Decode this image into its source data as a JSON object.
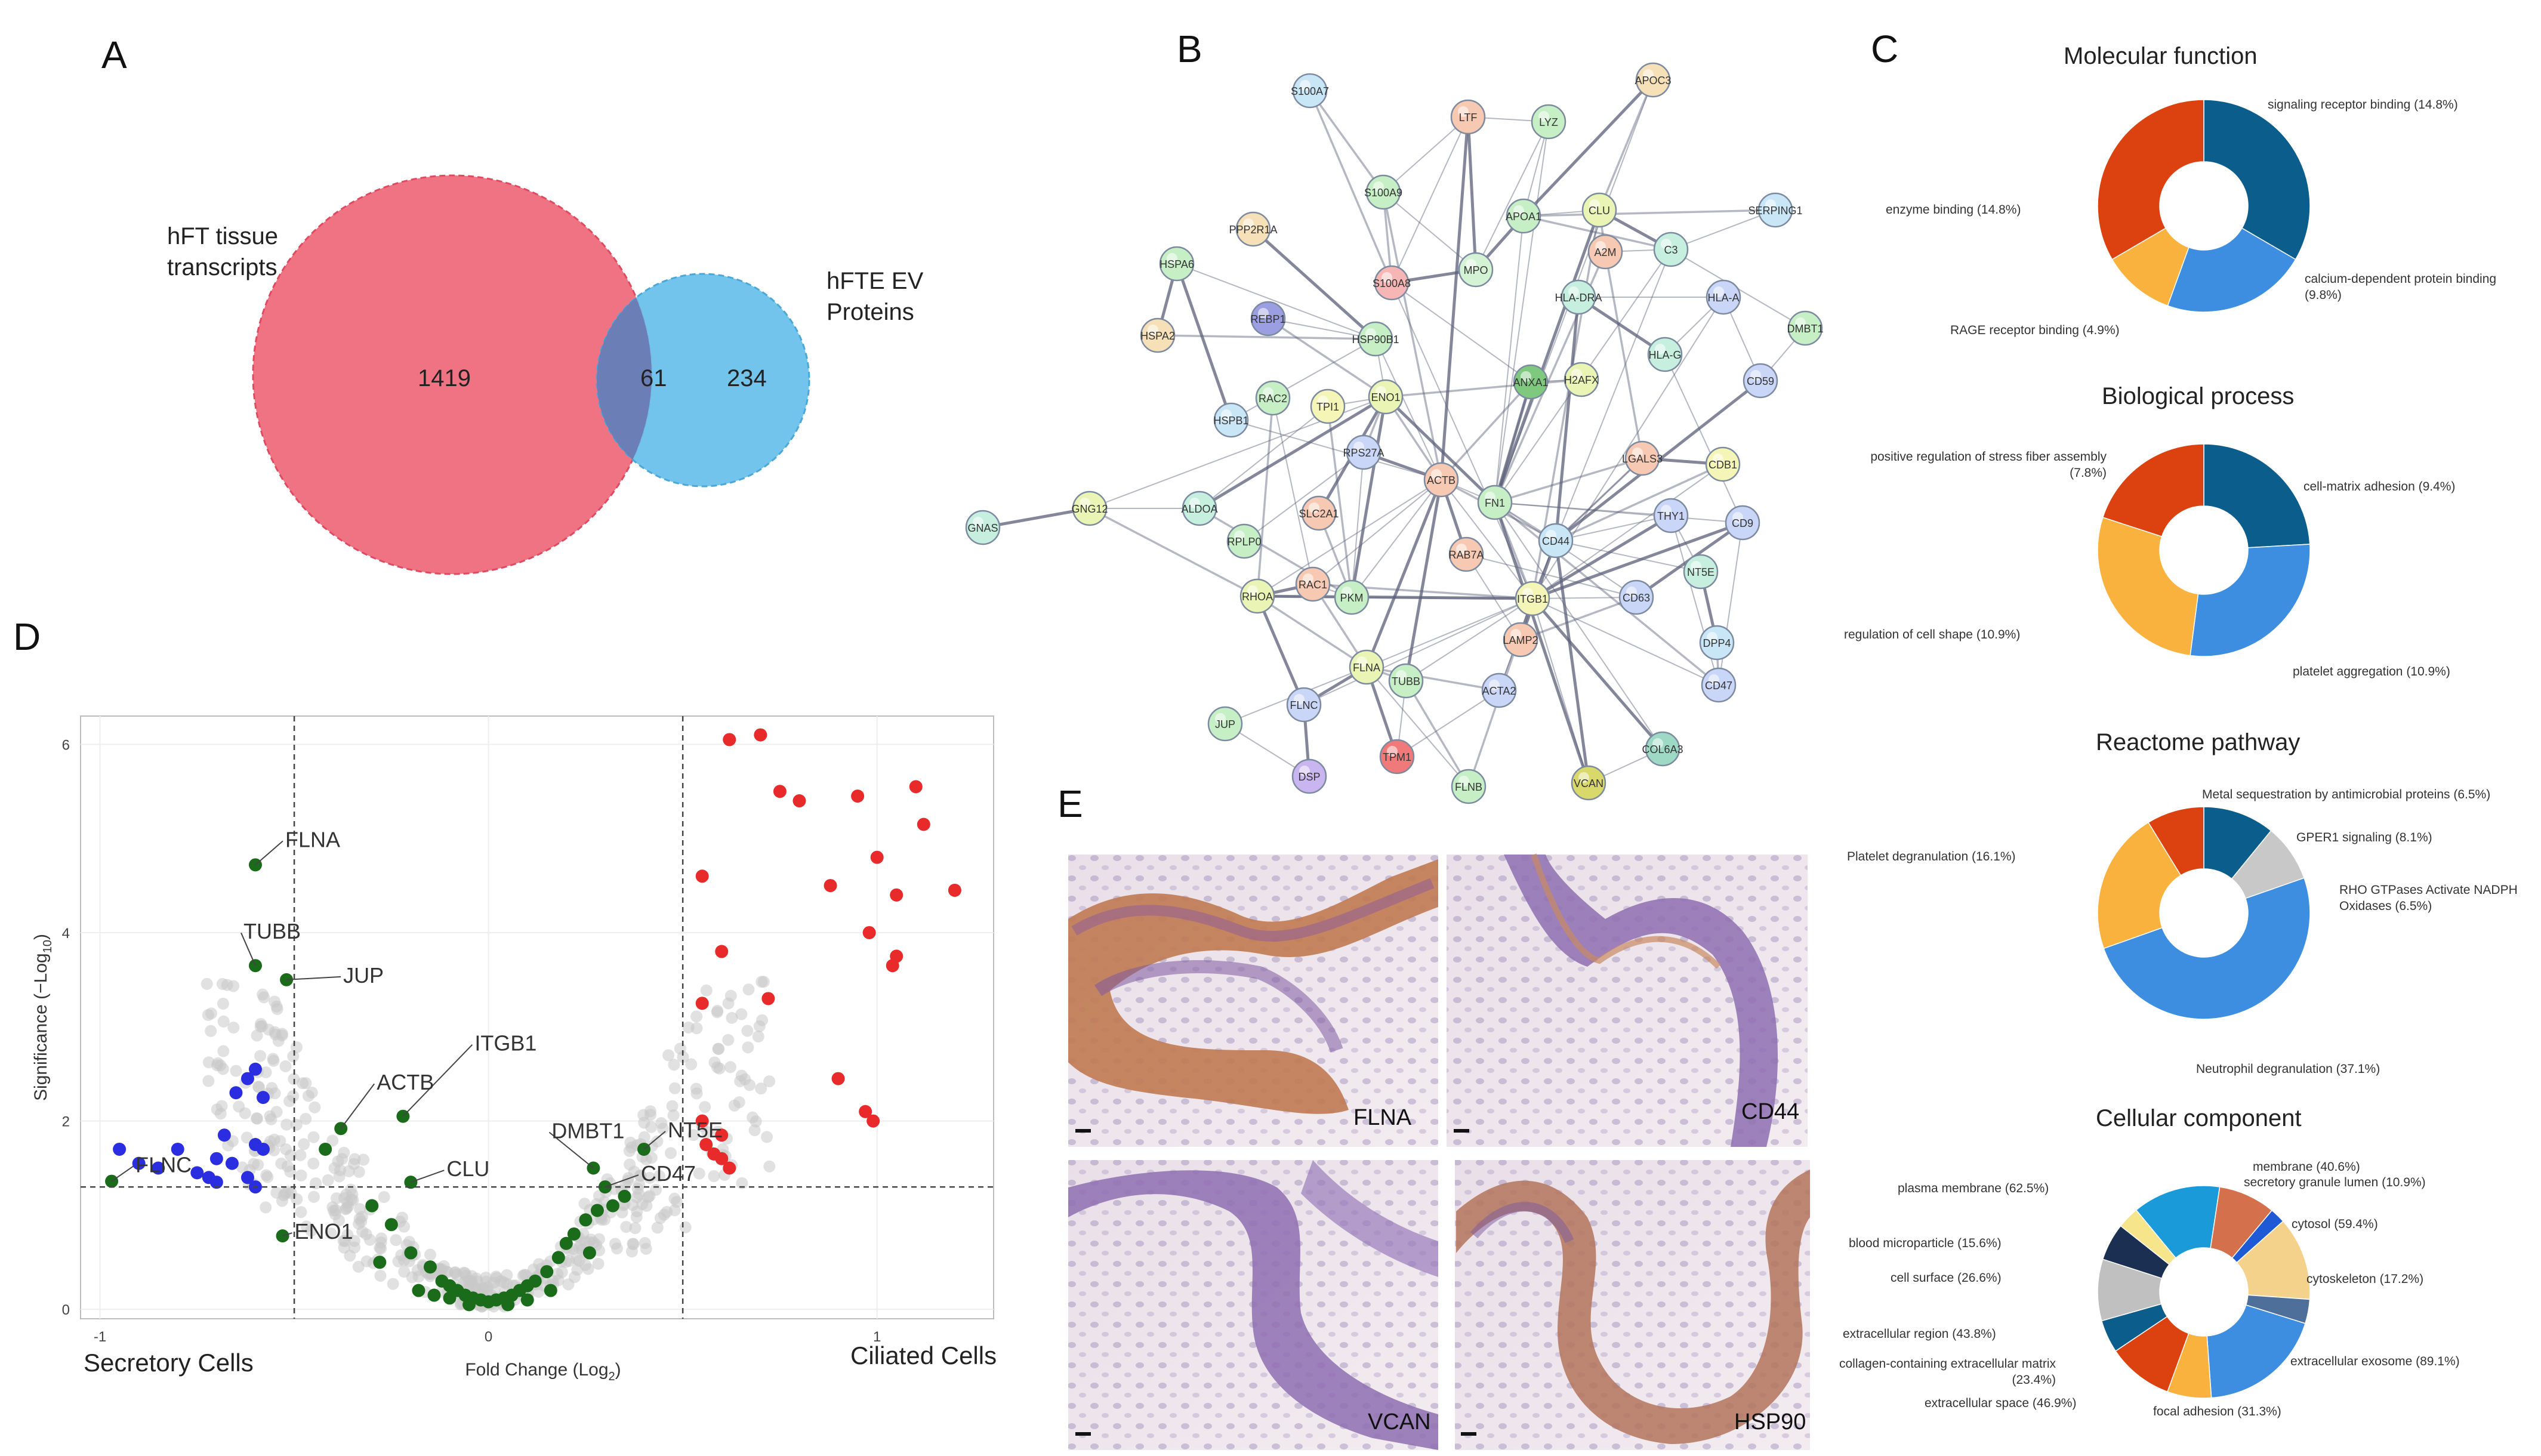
{
  "panels": {
    "A": "A",
    "B": "B",
    "C": "C",
    "D": "D",
    "E": "E"
  },
  "venn": {
    "left_label_1": "hFT tissue",
    "left_label_2": "transcripts",
    "right_label_1": "hFTE EV",
    "right_label_2": "Proteins",
    "left_only": "1419",
    "overlap": "61",
    "right_only": "234",
    "colors": {
      "left": "#ee6b7c",
      "right": "#6bc1ec",
      "overlap": "#6b7fb6"
    }
  },
  "network": {
    "nodes": [
      {
        "id": "S100A7",
        "c": "#c9e6f7"
      },
      {
        "id": "LTF",
        "c": "#f7c9b2"
      },
      {
        "id": "LYZ",
        "c": "#c6efc6"
      },
      {
        "id": "APOC3",
        "c": "#f5e0b8"
      },
      {
        "id": "S100A9",
        "c": "#c6efc6"
      },
      {
        "id": "PPP2R1A",
        "c": "#f5e0b8"
      },
      {
        "id": "APOA1",
        "c": "#c6efc6"
      },
      {
        "id": "CLU",
        "c": "#eaf5b5"
      },
      {
        "id": "SERPING1",
        "c": "#c9e6f7"
      },
      {
        "id": "HSPA6",
        "c": "#c6efc6"
      },
      {
        "id": "MPO",
        "c": "#d4f2d4"
      },
      {
        "id": "A2M",
        "c": "#f7c9b2"
      },
      {
        "id": "C3",
        "c": "#c6efe0"
      },
      {
        "id": "S100A8",
        "c": "#f7b6b6"
      },
      {
        "id": "REBP1",
        "c": "#9b9ee0"
      },
      {
        "id": "HLA-DRA",
        "c": "#c6efe0"
      },
      {
        "id": "HLA-A",
        "c": "#c9d6f7"
      },
      {
        "id": "DMBT1",
        "c": "#c6efc6"
      },
      {
        "id": "HSPA2",
        "c": "#f5e0b8"
      },
      {
        "id": "HSP90B1",
        "c": "#c6efc6"
      },
      {
        "id": "HLA-G",
        "c": "#c6efe0"
      },
      {
        "id": "ANXA1",
        "c": "#7fc97f"
      },
      {
        "id": "H2AFX",
        "c": "#eaf5b5"
      },
      {
        "id": "CD59",
        "c": "#c9d6f7"
      },
      {
        "id": "RAC2",
        "c": "#c6efc6"
      },
      {
        "id": "TPI1",
        "c": "#f5f5b8"
      },
      {
        "id": "ENO1",
        "c": "#eaf5b5"
      },
      {
        "id": "HSPB1",
        "c": "#c9e6f7"
      },
      {
        "id": "RPS27A",
        "c": "#c9d6f7"
      },
      {
        "id": "LGALS3",
        "c": "#f7c9b2"
      },
      {
        "id": "CDB1",
        "c": "#f5f5b8"
      },
      {
        "id": "GNAS",
        "c": "#c6efe0"
      },
      {
        "id": "GNG12",
        "c": "#eaf5b5"
      },
      {
        "id": "ALDOA",
        "c": "#c6efe0"
      },
      {
        "id": "ACTB",
        "c": "#f7c9b2"
      },
      {
        "id": "FN1",
        "c": "#c6efc6"
      },
      {
        "id": "SLC2A1",
        "c": "#f7c9b2"
      },
      {
        "id": "THY1",
        "c": "#c9d6f7"
      },
      {
        "id": "CD9",
        "c": "#c9d6f7"
      },
      {
        "id": "RPLP0",
        "c": "#c6efc6"
      },
      {
        "id": "CD44",
        "c": "#c9e6f7"
      },
      {
        "id": "RAB7A",
        "c": "#f7c9b2"
      },
      {
        "id": "NT5E",
        "c": "#c6efe0"
      },
      {
        "id": "RAC1",
        "c": "#f7c9b2"
      },
      {
        "id": "RHOA",
        "c": "#eaf5b5"
      },
      {
        "id": "PKM",
        "c": "#c6efc6"
      },
      {
        "id": "ITGB1",
        "c": "#f5f5b8"
      },
      {
        "id": "CD63",
        "c": "#c9d6f7"
      },
      {
        "id": "LAMP2",
        "c": "#f7c9b2"
      },
      {
        "id": "DPP4",
        "c": "#c9e6f7"
      },
      {
        "id": "FLNA",
        "c": "#eaf5b5"
      },
      {
        "id": "TUBB",
        "c": "#c6efc6"
      },
      {
        "id": "ACTA2",
        "c": "#c9d6f7"
      },
      {
        "id": "CD47",
        "c": "#c9d6f7"
      },
      {
        "id": "JUP",
        "c": "#c6efc6"
      },
      {
        "id": "FLNC",
        "c": "#c9d6f7"
      },
      {
        "id": "TPM1",
        "c": "#f07a7a"
      },
      {
        "id": "COL6A3",
        "c": "#9ed9c6"
      },
      {
        "id": "DSP",
        "c": "#c9b6f0"
      },
      {
        "id": "FLNB",
        "c": "#c6efc6"
      },
      {
        "id": "VCAN",
        "c": "#d9d96b"
      }
    ]
  },
  "donuts": [
    {
      "title": "Molecular function",
      "slices": [
        {
          "label": "signaling receptor binding (14.8%)",
          "value": 14.8,
          "color": "#0b5e8c"
        },
        {
          "label": "calcium-dependent protein binding (9.8%)",
          "value": 9.8,
          "color": "#3d8ee0"
        },
        {
          "label": "RAGE receptor binding (4.9%)",
          "value": 4.9,
          "color": "#f9b23e"
        },
        {
          "label": "enzyme binding (14.8%)",
          "value": 14.8,
          "color": "#dc4210"
        }
      ]
    },
    {
      "title": "Biological process",
      "slices": [
        {
          "label": "cell-matrix adhesion (9.4%)",
          "value": 9.4,
          "color": "#0b5e8c"
        },
        {
          "label": "platelet aggregation (10.9%)",
          "value": 10.9,
          "color": "#3d8ee0"
        },
        {
          "label": "regulation of cell shape (10.9%)",
          "value": 10.9,
          "color": "#f9b23e"
        },
        {
          "label": "positive regulation of stress fiber assembly (7.8%)",
          "value": 7.8,
          "color": "#dc4210"
        }
      ]
    },
    {
      "title": "Reactome pathway",
      "slices": [
        {
          "label": "GPER1 signaling (8.1%)",
          "value": 8.1,
          "color": "#0b5e8c"
        },
        {
          "label": "RHO GTPases Activate NADPH Oxidases (6.5%)",
          "value": 6.5,
          "color": "#c8c8c8"
        },
        {
          "label": "Neutrophil degranulation (37.1%)",
          "value": 37.1,
          "color": "#3d8ee0"
        },
        {
          "label": "Platelet degranulation (16.1%)",
          "value": 16.1,
          "color": "#f9b23e"
        },
        {
          "label": "Metal sequestration by antimicrobial proteins (6.5%)",
          "value": 6.5,
          "color": "#dc4210"
        }
      ]
    },
    {
      "title": "Cellular component",
      "slices": [
        {
          "label": "membrane (40.6%)",
          "value": 40.6,
          "color": "#d4704c"
        },
        {
          "label": "secretory granule lumen (10.9%)",
          "value": 10.9,
          "color": "#1e5ad6"
        },
        {
          "label": "cytosol (59.4%)",
          "value": 59.4,
          "color": "#f5d28c"
        },
        {
          "label": "cytoskeleton (17.2%)",
          "value": 17.2,
          "color": "#4d6f99"
        },
        {
          "label": "extracellular exosome (89.1%)",
          "value": 89.1,
          "color": "#3d8ee0"
        },
        {
          "label": "focal adhesion (31.3%)",
          "value": 31.3,
          "color": "#f9b23e"
        },
        {
          "label": "extracellular space (46.9%)",
          "value": 46.9,
          "color": "#dc4210"
        },
        {
          "label": "collagen-containing extracellular matrix (23.4%)",
          "value": 23.4,
          "color": "#0b5e8c"
        },
        {
          "label": "extracellular region (43.8%)",
          "value": 43.8,
          "color": "#c0c0c0"
        },
        {
          "label": "cell surface (26.6%)",
          "value": 26.6,
          "color": "#1b2f52"
        },
        {
          "label": "blood microparticle (15.6%)",
          "value": 15.6,
          "color": "#f7e58c"
        },
        {
          "label": "plasma membrane (62.5%)",
          "value": 62.5,
          "color": "#1a9ad9"
        }
      ]
    }
  ],
  "volcano": {
    "type": "scatter",
    "ylabel": "Significance (−Log",
    "ylabel_sub": "10",
    "xlabel": "Fold Change (Log",
    "xlabel_sub": "2",
    "xlim": [
      -1.05,
      1.3
    ],
    "ylim": [
      -0.1,
      6.3
    ],
    "xticks": [
      -1,
      0,
      1
    ],
    "yticks": [
      0,
      2,
      4,
      6
    ],
    "vlines": [
      -0.5,
      0.5
    ],
    "hline": 1.3,
    "left_caption": "Secretory Cells",
    "right_caption": "Ciliated Cells",
    "labels": [
      {
        "text": "FLNA",
        "x": -0.6,
        "y": 4.72
      },
      {
        "text": "TUBB",
        "x": -0.6,
        "y": 3.65
      },
      {
        "text": "JUP",
        "x": -0.52,
        "y": 3.5
      },
      {
        "text": "ITGB1",
        "x": -0.22,
        "y": 2.05
      },
      {
        "text": "ACTB",
        "x": -0.38,
        "y": 1.92
      },
      {
        "text": "DMBT1",
        "x": 0.27,
        "y": 1.5
      },
      {
        "text": "NT5E",
        "x": 0.4,
        "y": 1.7
      },
      {
        "text": "FLNC",
        "x": -0.97,
        "y": 1.36
      },
      {
        "text": "CLU",
        "x": -0.2,
        "y": 1.35
      },
      {
        "text": "CD47",
        "x": 0.3,
        "y": 1.3
      },
      {
        "text": "ENO1",
        "x": -0.53,
        "y": 0.78
      }
    ],
    "green_points": [
      [
        -0.6,
        4.72
      ],
      [
        -0.6,
        3.65
      ],
      [
        -0.52,
        3.5
      ],
      [
        -0.22,
        2.05
      ],
      [
        -0.38,
        1.92
      ],
      [
        0.27,
        1.5
      ],
      [
        0.4,
        1.7
      ],
      [
        -0.97,
        1.36
      ],
      [
        -0.2,
        1.35
      ],
      [
        0.3,
        1.3
      ],
      [
        -0.53,
        0.78
      ],
      [
        -0.42,
        1.7
      ],
      [
        -0.3,
        1.1
      ],
      [
        -0.25,
        0.9
      ],
      [
        -0.2,
        0.6
      ],
      [
        -0.15,
        0.45
      ],
      [
        -0.12,
        0.3
      ],
      [
        -0.1,
        0.25
      ],
      [
        -0.08,
        0.2
      ],
      [
        -0.06,
        0.15
      ],
      [
        -0.04,
        0.12
      ],
      [
        -0.02,
        0.1
      ],
      [
        0.0,
        0.08
      ],
      [
        0.02,
        0.1
      ],
      [
        0.04,
        0.12
      ],
      [
        0.06,
        0.15
      ],
      [
        0.08,
        0.2
      ],
      [
        0.1,
        0.25
      ],
      [
        0.12,
        0.3
      ],
      [
        0.15,
        0.4
      ],
      [
        0.18,
        0.55
      ],
      [
        0.2,
        0.7
      ],
      [
        0.22,
        0.8
      ],
      [
        0.25,
        0.95
      ],
      [
        0.28,
        1.05
      ],
      [
        0.32,
        1.1
      ],
      [
        -0.18,
        0.2
      ],
      [
        -0.14,
        0.15
      ],
      [
        0.16,
        0.2
      ],
      [
        -0.28,
        0.5
      ],
      [
        0.26,
        0.6
      ],
      [
        0.05,
        0.05
      ],
      [
        -0.05,
        0.05
      ],
      [
        0.1,
        0.1
      ],
      [
        -0.1,
        0.12
      ],
      [
        0.35,
        1.2
      ]
    ],
    "blue_points": [
      [
        -0.95,
        1.7
      ],
      [
        -0.9,
        1.55
      ],
      [
        -0.85,
        1.5
      ],
      [
        -0.8,
        1.7
      ],
      [
        -0.75,
        1.45
      ],
      [
        -0.72,
        1.4
      ],
      [
        -0.7,
        1.6
      ],
      [
        -0.68,
        1.85
      ],
      [
        -0.65,
        2.3
      ],
      [
        -0.62,
        2.45
      ],
      [
        -0.58,
        2.25
      ],
      [
        -0.6,
        1.75
      ],
      [
        -0.58,
        1.7
      ],
      [
        -0.62,
        1.4
      ],
      [
        -0.6,
        1.3
      ],
      [
        -0.66,
        1.55
      ],
      [
        -0.6,
        2.55
      ],
      [
        -0.7,
        1.35
      ]
    ],
    "red_points": [
      [
        0.62,
        6.05
      ],
      [
        0.7,
        6.1
      ],
      [
        0.75,
        5.5
      ],
      [
        0.8,
        5.4
      ],
      [
        0.95,
        5.45
      ],
      [
        1.1,
        5.55
      ],
      [
        1.12,
        5.15
      ],
      [
        1.0,
        4.8
      ],
      [
        0.88,
        4.5
      ],
      [
        0.55,
        4.6
      ],
      [
        1.05,
        4.4
      ],
      [
        1.2,
        4.45
      ],
      [
        0.98,
        4.0
      ],
      [
        1.05,
        3.75
      ],
      [
        1.04,
        3.65
      ],
      [
        0.6,
        3.8
      ],
      [
        0.72,
        3.3
      ],
      [
        0.55,
        3.25
      ],
      [
        0.9,
        2.45
      ],
      [
        0.97,
        2.1
      ],
      [
        0.99,
        2.0
      ],
      [
        0.55,
        2.0
      ],
      [
        0.6,
        1.85
      ],
      [
        0.58,
        1.65
      ],
      [
        0.6,
        1.6
      ],
      [
        0.56,
        1.75
      ],
      [
        0.62,
        1.5
      ]
    ]
  },
  "micrographs": [
    {
      "label": "FLNA"
    },
    {
      "label": "CD44"
    },
    {
      "label": "VCAN"
    },
    {
      "label": "HSP90"
    }
  ]
}
